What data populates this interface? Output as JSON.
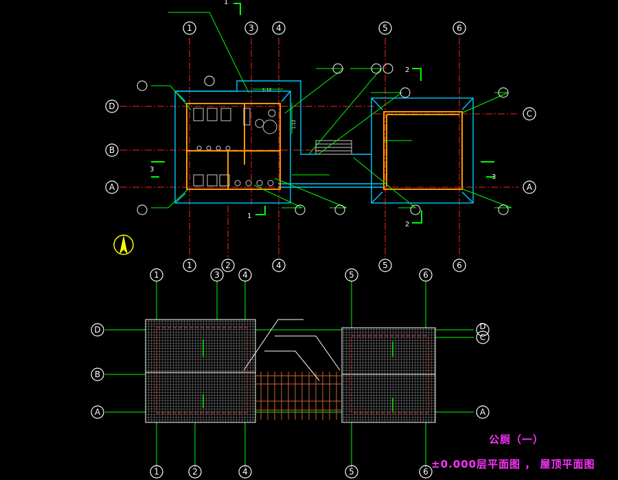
{
  "drawing": {
    "title": "公厕（一）",
    "subtitle": "±0.000层平面图 ， 屋顶平面图"
  },
  "colors": {
    "background": "#000000",
    "axis_line": "#ff2222",
    "grid_line": "#00ff00",
    "bubble": "#ffffff",
    "wall": "#ff9900",
    "outline": "#00ccff",
    "callout": "#00ff00",
    "text_title": "#ff33ff",
    "roof_hatch": "#bbbbbb",
    "pergola": "#cc6633"
  },
  "plan": {
    "columns_top": [
      "1",
      "3",
      "4",
      "5",
      "6"
    ],
    "columns_bottom": [
      "1",
      "2",
      "4",
      "5",
      "6"
    ],
    "rows_left": [
      "D",
      "B",
      "A"
    ],
    "rows_right": [
      "C",
      "A"
    ],
    "section_marks": [
      "1",
      "2",
      "3",
      "3",
      "2",
      "1"
    ],
    "slope_labels": [
      "1:12",
      "1:12"
    ],
    "north_arrow": "north-arrow-icon"
  },
  "roof": {
    "columns_top": [
      "1",
      "3",
      "4",
      "5",
      "6"
    ],
    "columns_bottom": [
      "1",
      "2",
      "4",
      "5",
      "6"
    ],
    "rows_left": [
      "D",
      "B",
      "A"
    ],
    "rows_right": [
      "D",
      "C",
      "A"
    ]
  }
}
